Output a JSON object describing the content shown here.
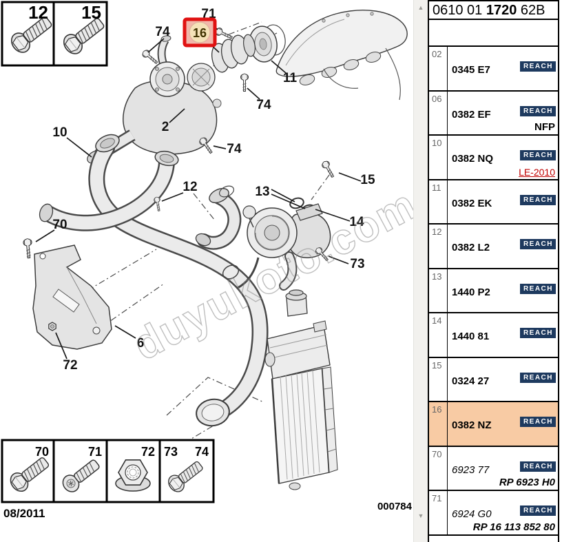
{
  "header": {
    "part1": "0610 01",
    "part2": "1720",
    "part3": "62B"
  },
  "scrollbar": {
    "up_arrow": "▲",
    "down_arrow": "▼"
  },
  "diagram": {
    "watermark": "duyukoto.com",
    "date": "08/2011",
    "sheet_number": "000784",
    "top_boxes": [
      {
        "label": "12"
      },
      {
        "label": "15"
      }
    ],
    "bottom_boxes": [
      {
        "labels": [
          "70"
        ]
      },
      {
        "labels": [
          "71"
        ]
      },
      {
        "labels": [
          "72"
        ]
      },
      {
        "labels": [
          "73",
          "74"
        ]
      }
    ],
    "callouts": [
      {
        "label": "74"
      },
      {
        "label": "71"
      },
      {
        "label": "16",
        "highlighted": true
      },
      {
        "label": "11"
      },
      {
        "label": "74"
      },
      {
        "label": "2"
      },
      {
        "label": "10"
      },
      {
        "label": "74"
      },
      {
        "label": "12"
      },
      {
        "label": "13"
      },
      {
        "label": "15"
      },
      {
        "label": "14"
      },
      {
        "label": "70"
      },
      {
        "label": "73"
      },
      {
        "label": "6"
      },
      {
        "label": "72"
      }
    ]
  },
  "table": {
    "badge_label": "REACH",
    "rows": [
      {
        "num": "02",
        "code": "0345 E7"
      },
      {
        "num": "06",
        "code": "0382 EF",
        "note": "NFP"
      },
      {
        "num": "10",
        "code": "0382 NQ",
        "note": "LE-2010"
      },
      {
        "num": "11",
        "code": "0382 EK"
      },
      {
        "num": "12",
        "code": "0382 L2"
      },
      {
        "num": "13",
        "code": "1440 P2"
      },
      {
        "num": "14",
        "code": "1440 81"
      },
      {
        "num": "15",
        "code": "0324 27"
      },
      {
        "num": "16",
        "code": "0382 NZ",
        "highlighted": true
      },
      {
        "num": "70",
        "code": "6923 77",
        "note": "RP 6923 H0"
      },
      {
        "num": "71",
        "code": "6924 G0",
        "note": "RP 16 113 852 80"
      }
    ]
  },
  "colors": {
    "highlight_row": "#f8cba4",
    "badge_bg": "#1e3a5f",
    "link_red": "#c00000",
    "callout_box_border": "#e01212",
    "callout_box_fill": "#f2b7ab",
    "callout_circle": "#f5e2b8"
  }
}
